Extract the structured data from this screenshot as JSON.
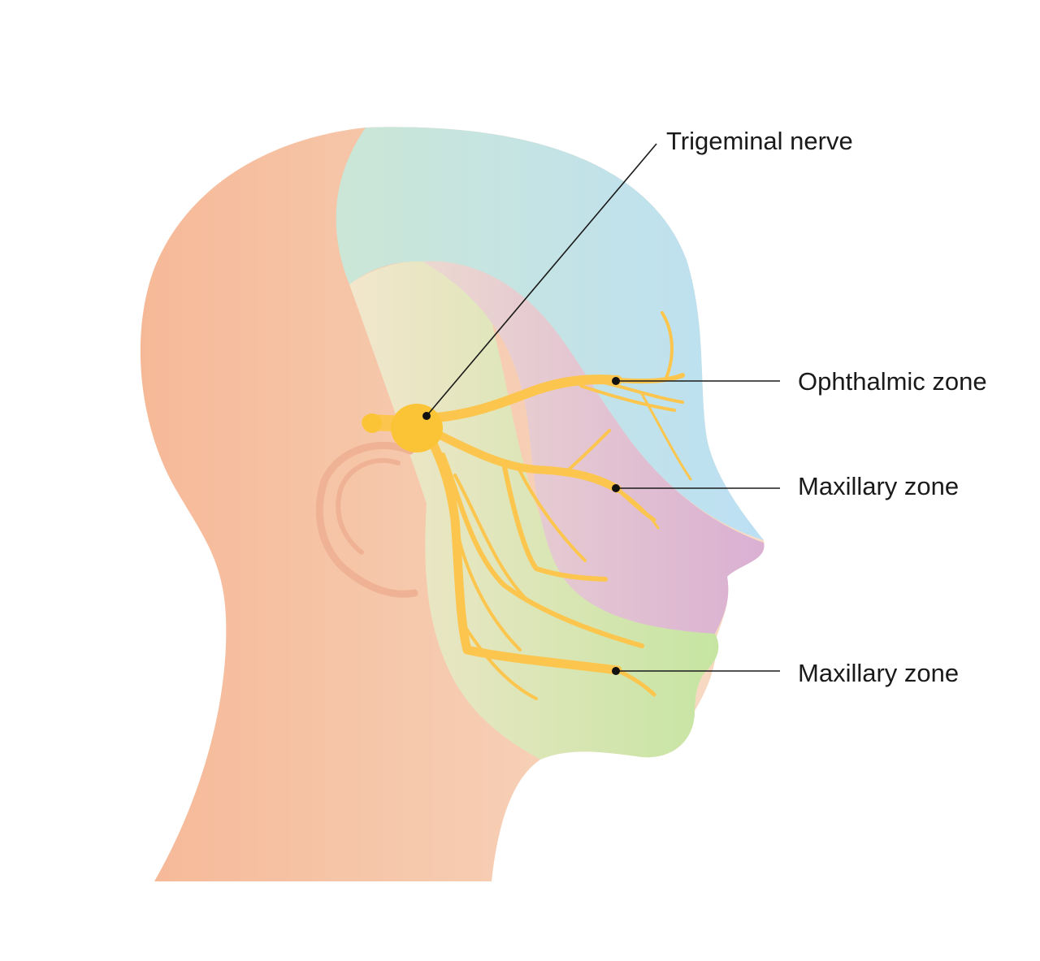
{
  "labels": {
    "trigeminal": "Trigeminal nerve",
    "ophthalmic": "Ophthalmic zone",
    "maxillary_upper": "Maxillary zone",
    "maxillary_lower": "Maxillary zone"
  },
  "colors": {
    "skin_dark": "#f6bd9a",
    "skin_light": "#f7d6bd",
    "ophthalmic_zone_teal": "#c6e4d9",
    "ophthalmic_zone_blue": "#bde0f2",
    "maxillary_zone_pink": "#e9cfd3",
    "maxillary_zone_purple": "#ddb4d5",
    "mandibular_zone_yellow": "#ece9c8",
    "mandibular_zone_green": "#c9e5a8",
    "nerve": "#fcc64e",
    "nerve_ganglion": "#fbc436",
    "leader_line": "#1a1a1a",
    "ear": "#efb294"
  }
}
